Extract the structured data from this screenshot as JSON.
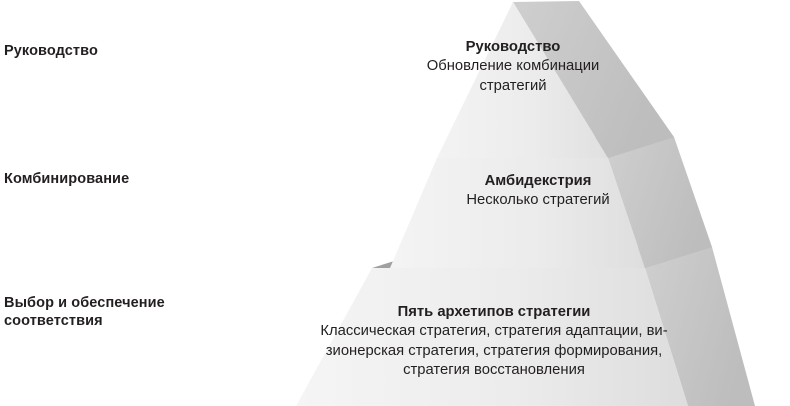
{
  "diagram": {
    "type": "pyramid-3d",
    "title": "",
    "colors": {
      "face_light": "#efefef",
      "face_light_edge": "#e3e3e3",
      "face_shadow": "#c9c9c9",
      "ledge_dark": "#9b9b9b",
      "ledge_mid": "#b0b0b0",
      "side_dark": "#a8a8a8",
      "text": "#231f20",
      "background": "#ffffff"
    }
  },
  "stages": [
    {
      "label": "Руководство"
    },
    {
      "label": "Комбинирование"
    },
    {
      "label": "Выбор и обеспечение\nсоответствия"
    }
  ],
  "tiers": [
    {
      "title": "Руководство",
      "description": "Обновление комбинации\nстратегий"
    },
    {
      "title": "Амбидекстрия",
      "description": "Несколько стратегий"
    },
    {
      "title": "Пять архетипов стратегии",
      "description": "Классическая стратегия, стратегия адаптации, ви-\nзионерская стратегия, стратегия формирования,\nстратегия восстановления"
    }
  ]
}
